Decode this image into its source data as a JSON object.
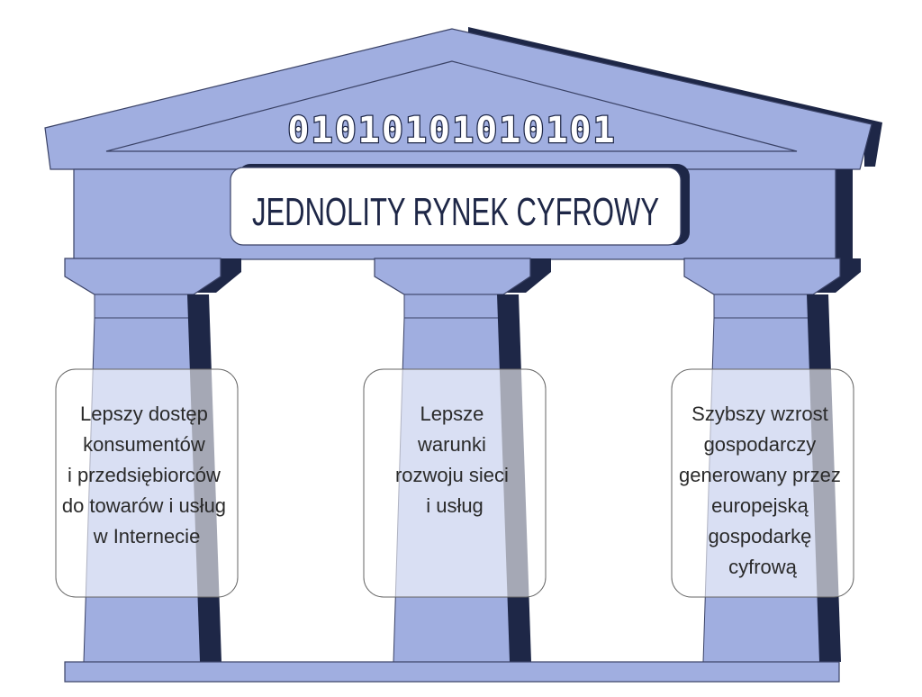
{
  "binary_text": "01010101010101",
  "title": "JEDNOLITY RYNEK CYFROWY",
  "pillars": [
    {
      "lines": [
        "Lepszy dostęp",
        "konsumentów",
        "i przedsiębiorców",
        "do towarów i usług",
        "w Internecie"
      ]
    },
    {
      "lines": [
        "Lepsze",
        "warunki",
        "rozwoju sieci",
        "i usług"
      ]
    },
    {
      "lines": [
        "Szybszy wzrost",
        "gospodarczy",
        "generowany przez",
        "europejską",
        "gospodarkę",
        "cyfrową"
      ]
    }
  ],
  "colors": {
    "structure_fill": "#a0aee0",
    "structure_dark": "#1e2747",
    "outline": "#3a4266",
    "box_fill": "#ffffff",
    "title_box_fill": "#ffffff"
  }
}
